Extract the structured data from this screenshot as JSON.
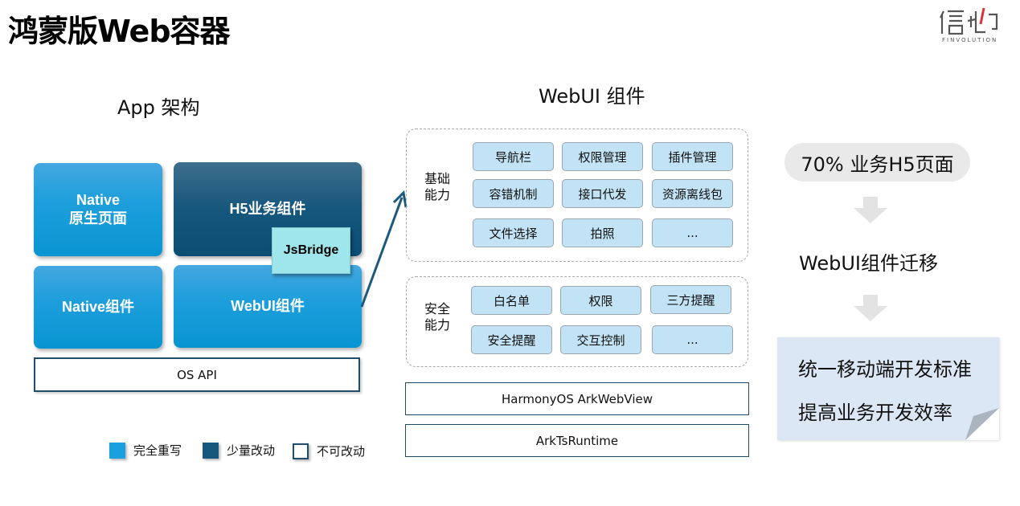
{
  "title": "鸿蒙版Web容器",
  "logo": {
    "icon": "finvolution-logo-icon",
    "brand_cn": "信也",
    "brand_en": "FINVOLUTION",
    "accent": "#e0313a"
  },
  "app_arch": {
    "title": "App 架构",
    "tiles": {
      "native_page": [
        "Native",
        "原生页面"
      ],
      "h5_business": "H5业务组件",
      "jsbridge": "JsBridge",
      "native_component": "Native组件",
      "webui_component": "WebUI组件",
      "os_api": "OS API"
    },
    "legend": [
      {
        "label": "完全重写",
        "color": "#1aa0df"
      },
      {
        "label": "少量改动",
        "color": "#16577d"
      },
      {
        "label": "不可改动",
        "color": "#ffffff"
      }
    ]
  },
  "webui": {
    "title": "WebUI 组件",
    "basic": {
      "label": [
        "基础",
        "能力"
      ],
      "items": [
        "导航栏",
        "权限管理",
        "插件管理",
        "容错机制",
        "接口代发",
        "资源离线包",
        "文件选择",
        "拍照",
        "..."
      ]
    },
    "security": {
      "label": [
        "安全",
        "能力"
      ],
      "items": [
        "白名单",
        "权限",
        "三方提醒",
        "安全提醒",
        "交互控制",
        "..."
      ]
    },
    "layers": [
      "HarmonyOS ArkWebView",
      "ArkTsRuntime"
    ]
  },
  "flow": {
    "start": "70% 业务H5页面",
    "middle": "WebUI组件迁移",
    "result": [
      "统一移动端开发标准",
      "提高业务开发效率"
    ],
    "arrow_icon": "down-arrow-icon"
  },
  "colors": {
    "light_blue": "#1aa0df",
    "dark_blue": "#16577d",
    "chip": "#c2e3f5",
    "arrow": "#1b5a7c"
  }
}
